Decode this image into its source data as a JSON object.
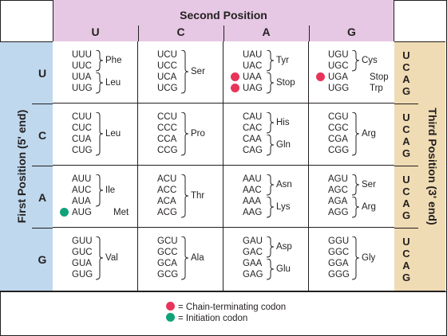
{
  "second_position": {
    "title": "Second Position",
    "columns": [
      "U",
      "C",
      "A",
      "G"
    ]
  },
  "first_position": {
    "title": "First Position (5' end)",
    "rows": [
      "U",
      "C",
      "A",
      "G"
    ]
  },
  "third_position": {
    "title": "Third Position (3' end)",
    "letters": [
      "U",
      "C",
      "A",
      "G"
    ]
  },
  "colors": {
    "stop_dot": "#e8345a",
    "start_dot": "#10a37a",
    "header_purple": "#e6c8e4",
    "first_blue": "#bfd8ee",
    "third_tan": "#f0dcb4"
  },
  "grid": [
    [
      {
        "codons": [
          "UUU",
          "UUC",
          "UUA",
          "UUG"
        ],
        "groups": [
          {
            "aa": "Phe",
            "from": 0,
            "to": 1
          },
          {
            "aa": "Leu",
            "from": 2,
            "to": 3
          }
        ]
      },
      {
        "codons": [
          "UCU",
          "UCC",
          "UCA",
          "UCG"
        ],
        "groups": [
          {
            "aa": "Ser",
            "from": 0,
            "to": 3
          }
        ]
      },
      {
        "codons": [
          "UAU",
          "UAC",
          "UAA",
          "UAG"
        ],
        "groups": [
          {
            "aa": "Tyr",
            "from": 0,
            "to": 1
          },
          {
            "aa": "Stop",
            "from": 2,
            "to": 3
          }
        ],
        "stop": [
          2,
          3
        ]
      },
      {
        "codons": [
          "UGU",
          "UGC",
          "UGA",
          "UGG"
        ],
        "groups": [
          {
            "aa": "Cys",
            "from": 0,
            "to": 1
          },
          {
            "aa": "Stop",
            "from": 2,
            "to": 2,
            "nobrace": true
          },
          {
            "aa": "Trp",
            "from": 3,
            "to": 3,
            "nobrace": true
          }
        ],
        "stop": [
          2
        ]
      }
    ],
    [
      {
        "codons": [
          "CUU",
          "CUC",
          "CUA",
          "CUG"
        ],
        "groups": [
          {
            "aa": "Leu",
            "from": 0,
            "to": 3
          }
        ]
      },
      {
        "codons": [
          "CCU",
          "CCC",
          "CCA",
          "CCG"
        ],
        "groups": [
          {
            "aa": "Pro",
            "from": 0,
            "to": 3
          }
        ]
      },
      {
        "codons": [
          "CAU",
          "CAC",
          "CAA",
          "CAG"
        ],
        "groups": [
          {
            "aa": "His",
            "from": 0,
            "to": 1
          },
          {
            "aa": "Gln",
            "from": 2,
            "to": 3
          }
        ]
      },
      {
        "codons": [
          "CGU",
          "CGC",
          "CGA",
          "CGG"
        ],
        "groups": [
          {
            "aa": "Arg",
            "from": 0,
            "to": 3
          }
        ]
      }
    ],
    [
      {
        "codons": [
          "AUU",
          "AUC",
          "AUA",
          "AUG"
        ],
        "groups": [
          {
            "aa": "Ile",
            "from": 0,
            "to": 2
          },
          {
            "aa": "Met",
            "from": 3,
            "to": 3,
            "nobrace": true
          }
        ],
        "start": [
          3
        ]
      },
      {
        "codons": [
          "ACU",
          "ACC",
          "ACA",
          "ACG"
        ],
        "groups": [
          {
            "aa": "Thr",
            "from": 0,
            "to": 3
          }
        ]
      },
      {
        "codons": [
          "AAU",
          "AAC",
          "AAA",
          "AAG"
        ],
        "groups": [
          {
            "aa": "Asn",
            "from": 0,
            "to": 1
          },
          {
            "aa": "Lys",
            "from": 2,
            "to": 3
          }
        ]
      },
      {
        "codons": [
          "AGU",
          "AGC",
          "AGA",
          "AGG"
        ],
        "groups": [
          {
            "aa": "Ser",
            "from": 0,
            "to": 1
          },
          {
            "aa": "Arg",
            "from": 2,
            "to": 3
          }
        ]
      }
    ],
    [
      {
        "codons": [
          "GUU",
          "GUC",
          "GUA",
          "GUG"
        ],
        "groups": [
          {
            "aa": "Val",
            "from": 0,
            "to": 3
          }
        ]
      },
      {
        "codons": [
          "GCU",
          "GCC",
          "GCA",
          "GCG"
        ],
        "groups": [
          {
            "aa": "Ala",
            "from": 0,
            "to": 3
          }
        ]
      },
      {
        "codons": [
          "GAU",
          "GAC",
          "GAA",
          "GAG"
        ],
        "groups": [
          {
            "aa": "Asp",
            "from": 0,
            "to": 1
          },
          {
            "aa": "Glu",
            "from": 2,
            "to": 3
          }
        ]
      },
      {
        "codons": [
          "GGU",
          "GGC",
          "GGA",
          "GGG"
        ],
        "groups": [
          {
            "aa": "Gly",
            "from": 0,
            "to": 3
          }
        ]
      }
    ]
  ],
  "legend": {
    "stop_label": "= Chain-terminating codon",
    "start_label": "= Initiation codon"
  }
}
